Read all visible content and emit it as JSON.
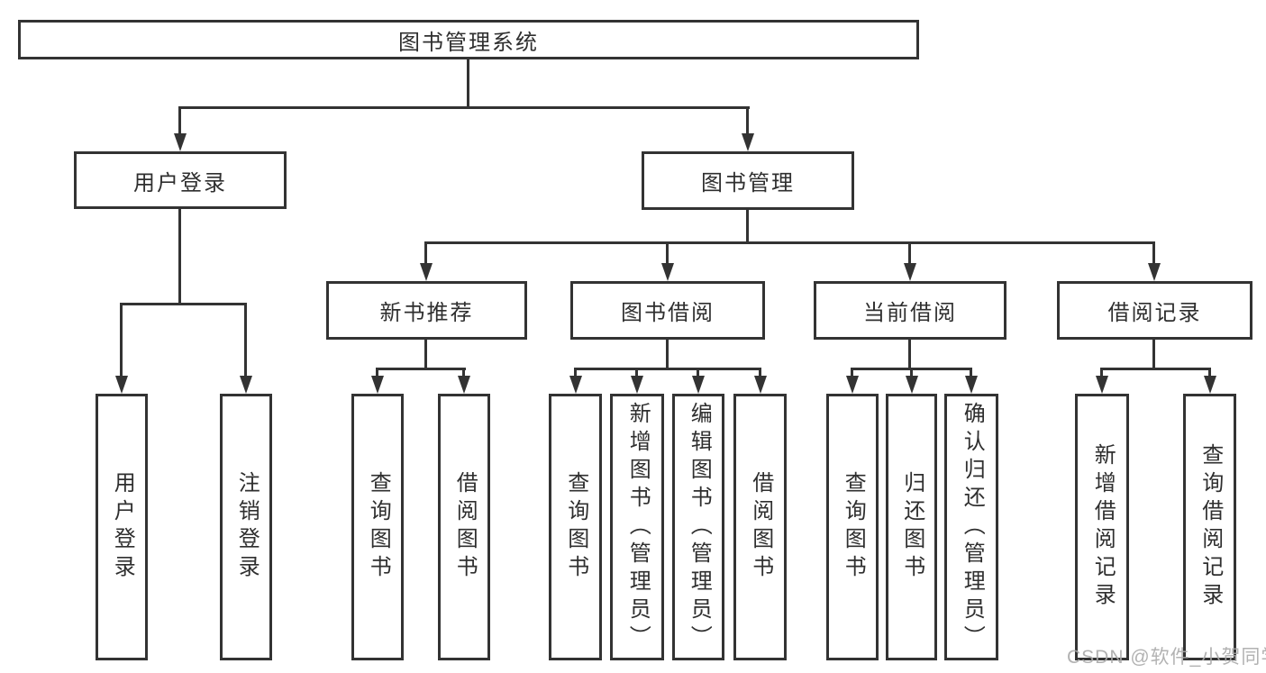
{
  "diagram_type": "hierarchy-tree",
  "tree": {
    "label": "图书管理系统",
    "children": [
      {
        "label": "用户登录",
        "children": [
          {
            "label": "用户登录"
          },
          {
            "label": "注销登录"
          }
        ]
      },
      {
        "label": "图书管理",
        "children": [
          {
            "label": "新书推荐",
            "children": [
              {
                "label": "查询图书"
              },
              {
                "label": "借阅图书"
              }
            ]
          },
          {
            "label": "图书借阅",
            "children": [
              {
                "label": "查询图书"
              },
              {
                "label": "新增图书（管理员）"
              },
              {
                "label": "编辑图书（管理员）"
              },
              {
                "label": "借阅图书"
              }
            ]
          },
          {
            "label": "当前借阅",
            "children": [
              {
                "label": "查询图书"
              },
              {
                "label": "归还图书"
              },
              {
                "label": "确认归还（管理员）"
              }
            ]
          },
          {
            "label": "借阅记录",
            "children": [
              {
                "label": "新增借阅记录"
              },
              {
                "label": "查询借阅记录"
              }
            ]
          }
        ]
      }
    ]
  },
  "watermark": {
    "text": "CSDN @软件_小贺同学"
  },
  "colors": {
    "line": "#333333",
    "box_border": "#333333",
    "text": "#2f2f2f",
    "background": "#ffffff",
    "watermark": "#aaaaaa"
  }
}
